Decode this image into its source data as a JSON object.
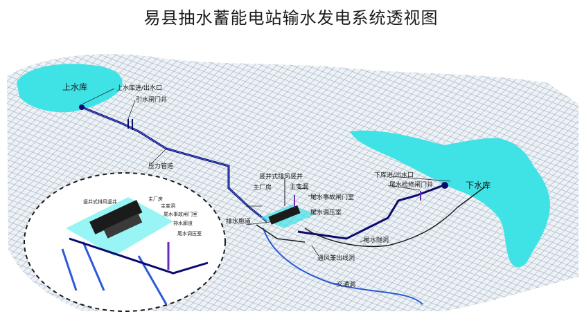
{
  "title": "易县抽水蓄能电站输水发电系统透视图",
  "colors": {
    "reservoir": "#3fe3e6",
    "tunnel_dark": "#0b0b6e",
    "tunnel_light": "#2a5ad8",
    "terrain_line": "#7f96a8",
    "terrain_fill": "#e9eef3",
    "shaft": "#6a2bb5"
  },
  "reservoirs": {
    "upper": "上水库",
    "lower": "下水库"
  },
  "labels": {
    "upper_inlet": "上水库进/出水口",
    "intake_gate_shaft": "引水闸门井",
    "penstock": "压力管道",
    "shaft_vent": "竖井式排风竖井",
    "main_plant": "主厂房",
    "main_transformer": "主变洞",
    "drain_gallery": "排水廊道",
    "tail_emergency_gate": "尾水事故闸门室",
    "tail_surge": "尾水调压室",
    "lower_inlet": "下库进/出水口",
    "tail_maint_gate": "尾水检修闸门井",
    "tailrace": "尾水隧洞",
    "vent_cable": "通风兼出线洞",
    "access": "交通洞"
  },
  "inset_labels": {
    "vent_shaft": "竖井式排风竖井",
    "main_plant": "主厂房",
    "tail_emergency": "尾水事故闸门室",
    "main_transformer": "主变洞",
    "drain": "排水廊道",
    "tail_surge": "尾水调压室"
  }
}
